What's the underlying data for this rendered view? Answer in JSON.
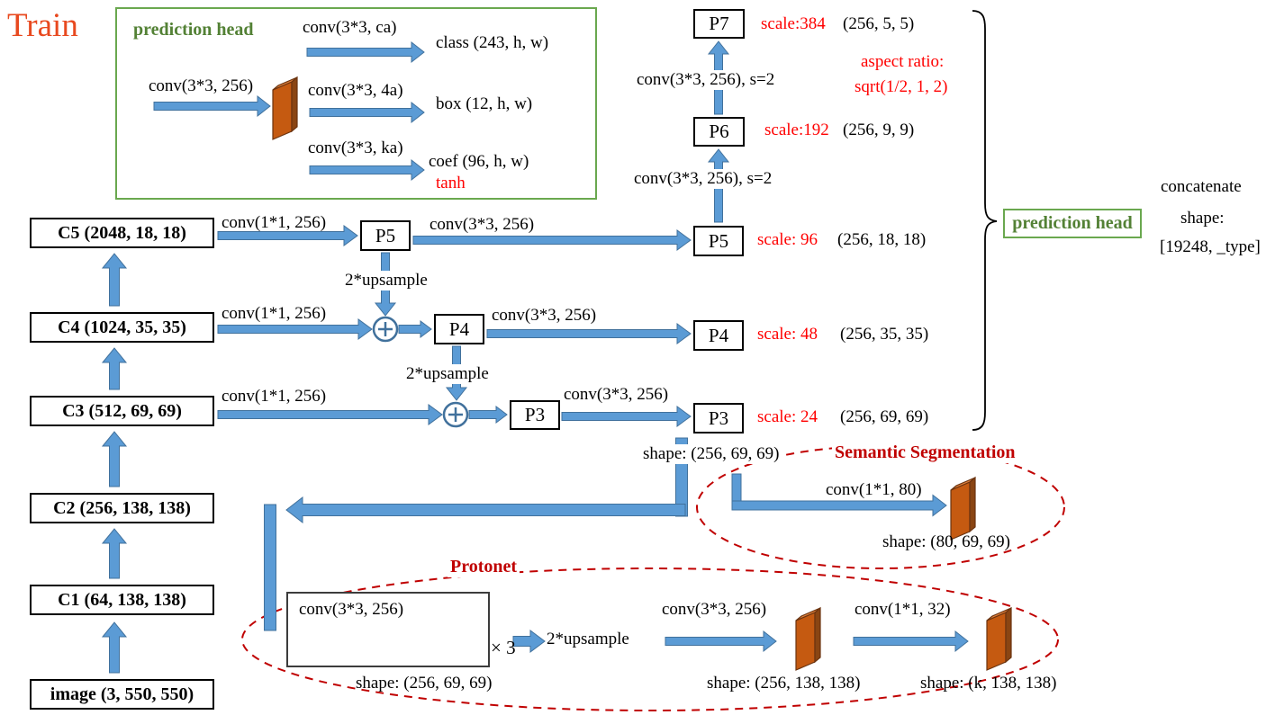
{
  "title": "Train",
  "head_detail": {
    "title": "prediction head",
    "input_conv": "conv(3*3, 256)",
    "class_conv": "conv(3*3, ca)",
    "class_out": "class (243, h, w)",
    "box_conv": "conv(3*3, 4a)",
    "box_out": "box (12, h, w)",
    "coef_conv": "conv(3*3, ka)",
    "coef_out": "coef (96, h, w)",
    "coef_activation": "tanh"
  },
  "backbone": {
    "c5": "C5 (2048, 18, 18)",
    "c4": "C4 (1024, 35, 35)",
    "c3": "C3 (512, 69, 69)",
    "c2": "C2 (256, 138, 138)",
    "c1": "C1 (64, 138, 138)",
    "image": "image (3, 550, 550)"
  },
  "fpn": {
    "lateral5": "conv(1*1, 256)",
    "lateral4": "conv(1*1, 256)",
    "lateral3": "conv(1*1, 256)",
    "smooth5": "conv(3*3, 256)",
    "smooth4": "conv(3*3, 256)",
    "smooth3": "conv(3*3, 256)",
    "upsample54": "2*upsample",
    "upsample43": "2*upsample",
    "p5_mid": "P5",
    "p4_mid": "P4",
    "p3_mid": "P3",
    "p5": "P5",
    "p4": "P4",
    "p3": "P3",
    "p6": "P6",
    "p7": "P7",
    "stride56": "conv(3*3, 256), s=2",
    "stride67": "conv(3*3, 256), s=2",
    "p7_scale": "scale:384",
    "p7_shape": "(256, 5, 5)",
    "p6_scale": "scale:192",
    "p6_shape": "(256, 9, 9)",
    "p5_scale": "scale: 96",
    "p5_shape": "(256, 18, 18)",
    "p4_scale": "scale: 48",
    "p4_shape": "(256, 35, 35)",
    "p3_scale": "scale: 24",
    "p3_shape": "(256, 69, 69)",
    "aspect_ratio_label": "aspect ratio:",
    "aspect_ratio_value": "sqrt(1/2, 1, 2)",
    "p3_out_shape": "shape: (256, 69, 69)"
  },
  "right_panel": {
    "prediction_head": "prediction head",
    "concatenate": "concatenate",
    "shape_label": "shape:",
    "shape_value": "[19248, _type]"
  },
  "semantic_seg": {
    "title": "Semantic Segmentation",
    "conv": "conv(1*1, 80)",
    "out_shape": "shape: (80, 69, 69)"
  },
  "protonet": {
    "title": "Protonet",
    "conv1": "conv(3*3, 256)",
    "repeat": "× 3",
    "upsample": "2*upsample",
    "conv2": "conv(3*3, 256)",
    "conv3": "conv(1*1, 32)",
    "shape1": "shape: (256, 69, 69)",
    "shape2": "shape: (256, 138, 138)",
    "shape3": "shape: (k, 138, 138)"
  },
  "colors": {
    "arrow_fill": "#5b9bd5",
    "arrow_stroke": "#41719c",
    "red": "#ff0000",
    "dark_red": "#c00000",
    "green": "#538135",
    "green_border": "#6aa84f",
    "block_front": "#c55a11",
    "block_side": "#8a4513",
    "block_top": "#e2813d",
    "train": "#e8491f"
  }
}
